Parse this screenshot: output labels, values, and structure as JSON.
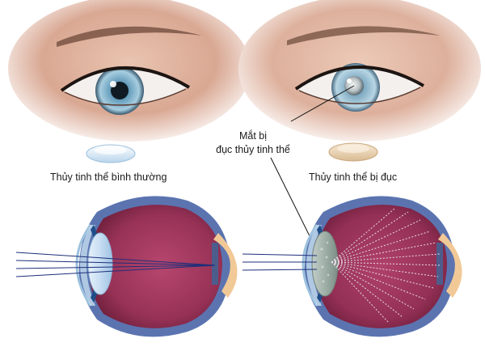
{
  "labels": {
    "normal_lens": "Thủy tinh thể bình thường",
    "cataract_lens": "Thủy tinh thể bị đục",
    "callout_line1": "Mắt bị",
    "callout_line2": "đục thủy tinh thể"
  },
  "colors": {
    "iris": "#5e93b3",
    "sclera_outer": "#5b74b0",
    "vitreous": "#9a3558",
    "clear_lens": "#cfe3f5",
    "cloudy_lens": "#e6cfad",
    "optic_nerve": "#f1c997"
  }
}
